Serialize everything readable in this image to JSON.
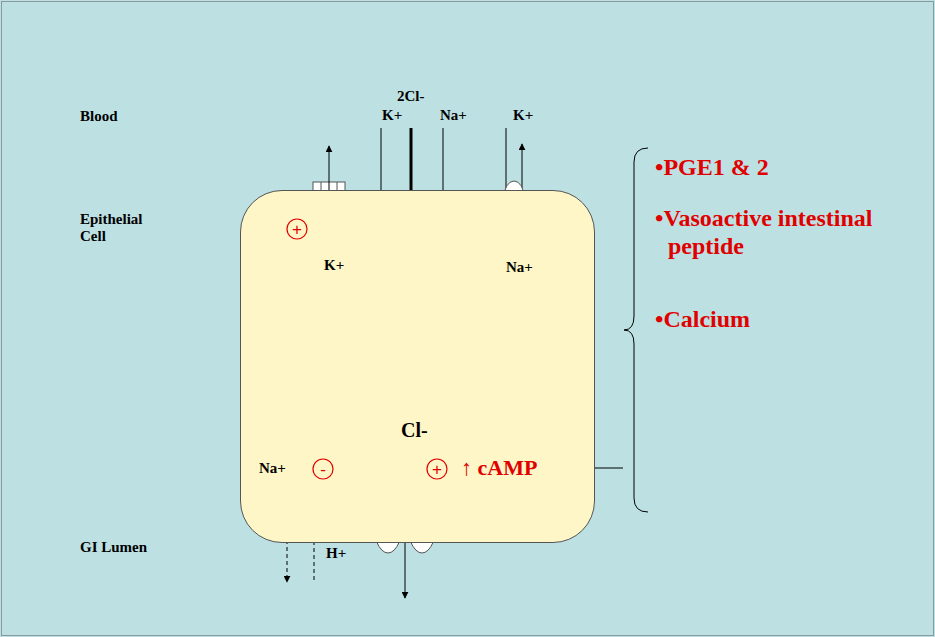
{
  "diagram": {
    "nodes": [
      {
        "text": [
          "K+",
          "Na+",
          "Na+",
          "Cl-",
          "↑ cAMP"
        ]
      },
      {
        "text": [
          "+"
        ],
        "in": 0
      },
      {
        "text": [
          "-"
        ],
        "in": 0
      },
      {
        "text": [
          "+"
        ],
        "in": 0
      }
    ],
    "labels": [
      "Blood",
      "Epithelial Cell",
      "GI Lumen",
      "2Cl-",
      "K+",
      "Na+",
      "K+",
      "H+",
      "•PGE1 & 2",
      "•Vasoactive intestinal peptide",
      "•Calcium"
    ]
  }
}
